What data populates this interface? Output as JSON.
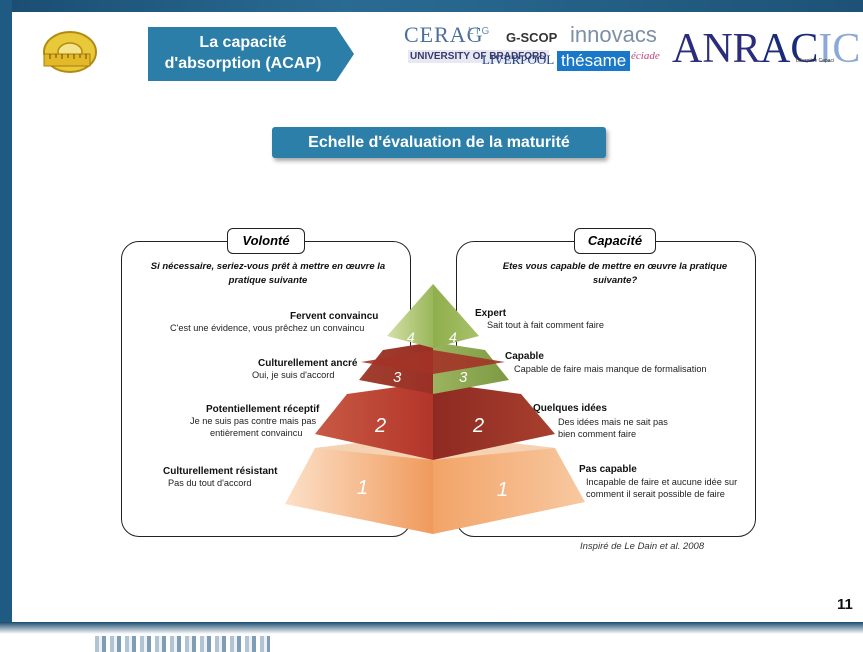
{
  "header": {
    "title": "La capacité\nd'absorption (ACAP)",
    "title_line1": "La capacité",
    "title_line2": "d'absorption (ACAP)"
  },
  "logos": {
    "cerag": "CERAG",
    "lig": "L I G",
    "gscop": "G-SCOP",
    "innovacs": "innovacs",
    "anr": "ANR",
    "acic_a": "A",
    "acic_c1": "C",
    "acic_i": "I",
    "acic_c2": "C",
    "acic_sub": "bSorptive Capaci",
    "bradford": "UNIVERSITY OF BRADFORD",
    "liverpool": "LIVERPOOL",
    "thesame": "thésame",
    "eciade": "éciade"
  },
  "section_title": "Echelle d'évaluation de la maturité",
  "left_panel": {
    "heading": "Volonté",
    "question": "Si nécessaire, seriez-vous prêt à mettre en œuvre la pratique suivante",
    "levels": [
      {
        "title": "Fervent convaincu",
        "desc": "C'est une évidence, vous prêchez un convaincu"
      },
      {
        "title": "Culturellement ancré",
        "desc": "Oui, je suis d'accord"
      },
      {
        "title": "Potentiellement réceptif",
        "desc_line1": "Je ne suis pas contre mais pas",
        "desc_line2": "entièrement convaincu"
      },
      {
        "title": "Culturellement résistant",
        "desc": "Pas du tout d'accord"
      }
    ]
  },
  "right_panel": {
    "heading": "Capacité",
    "question": "Etes vous capable de mettre en œuvre la pratique suivante?",
    "levels": [
      {
        "title": "Expert",
        "desc": "Sait tout à fait comment faire"
      },
      {
        "title": "Capable",
        "desc": "Capable de faire mais manque de formalisation"
      },
      {
        "title": "Quelques idées",
        "desc_line1": "Des idées mais ne sait pas",
        "desc_line2": "bien comment faire"
      },
      {
        "title": "Pas capable",
        "desc_line1": "Incapable de faire et aucune idée sur",
        "desc_line2": "comment il serait possible de faire"
      }
    ]
  },
  "pyramid": {
    "labels": [
      "4",
      "3",
      "2",
      "1"
    ],
    "colors": {
      "level4": "#8fb14e",
      "level3": "#a8402b",
      "level2": "#b53a2e",
      "level1": "#f0a066"
    }
  },
  "source": "Inspiré de Le Dain et al. 2008",
  "page_number": "11"
}
